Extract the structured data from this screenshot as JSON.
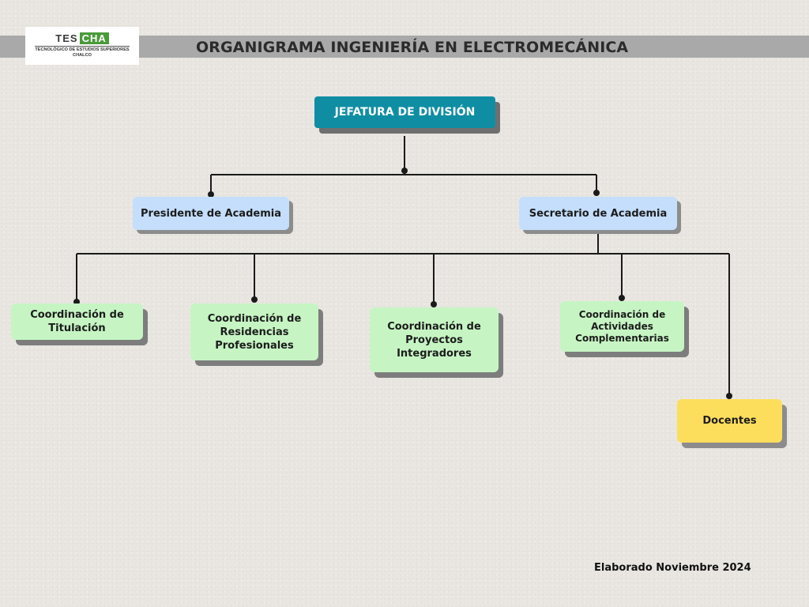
{
  "header": {
    "title": "ORGANIGRAMA INGENIERÍA EN ELECTROMECÁNICA",
    "logo": {
      "mark_left": "TES",
      "mark_right": "CHA",
      "subtitle": "TECNOLÓGICO DE ESTUDIOS SUPERIORES",
      "city": "CHALCO"
    }
  },
  "org": {
    "head": "JEFATURA DE DIVISIÓN",
    "presidente": "Presidente de Academia",
    "secretario": "Secretario de Academia",
    "coord_titulacion": [
      "Coordinación de",
      "Titulación"
    ],
    "coord_residencias": [
      "Coordinación de",
      "Residencias",
      "Profesionales"
    ],
    "coord_proyectos": [
      "Coordinación de",
      "Proyectos",
      "Integradores"
    ],
    "coord_actividades": [
      "Coordinación de",
      "Actividades",
      "Complementarias"
    ],
    "docentes": "Docentes"
  },
  "footer": {
    "note": "Elaborado Noviembre 2024"
  },
  "colors": {
    "head": "#0f8ea3",
    "level2": "#c4defb",
    "coordination": "#c6f5c3",
    "docentes": "#fdde5c",
    "banner": "#a9a9a9",
    "connector": "#1a1a1a"
  }
}
